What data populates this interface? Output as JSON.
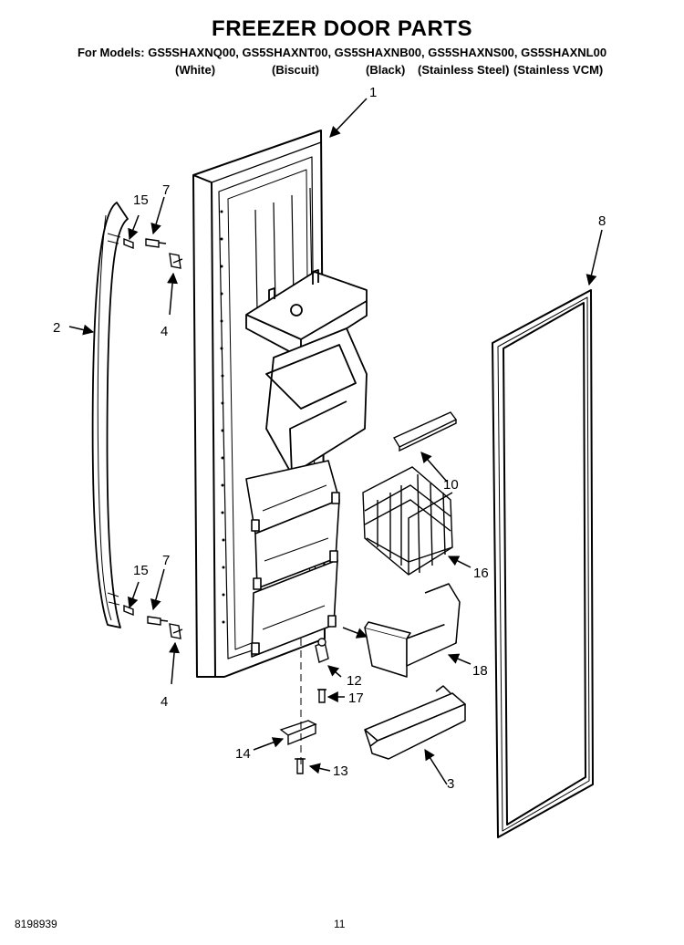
{
  "title": "FREEZER DOOR PARTS",
  "models_line": "For Models: GS5SHAXNQ00, GS5SHAXNT00, GS5SHAXNB00, GS5SHAXNS00, GS5SHAXNL00",
  "variants": [
    "(White)",
    "(Biscuit)",
    "(Black)",
    "(Stainless Steel)",
    "(Stainless VCM)"
  ],
  "callouts": {
    "c1": "1",
    "c2": "2",
    "c3": "3",
    "c4a": "4",
    "c4b": "4",
    "c7a": "7",
    "c7b": "7",
    "c8": "8",
    "c10": "10",
    "c12": "12",
    "c13": "13",
    "c14": "14",
    "c15a": "15",
    "c15b": "15",
    "c16": "16",
    "c17": "17",
    "c18": "18"
  },
  "footer": {
    "doc_number": "8198939",
    "page_number": "11"
  }
}
